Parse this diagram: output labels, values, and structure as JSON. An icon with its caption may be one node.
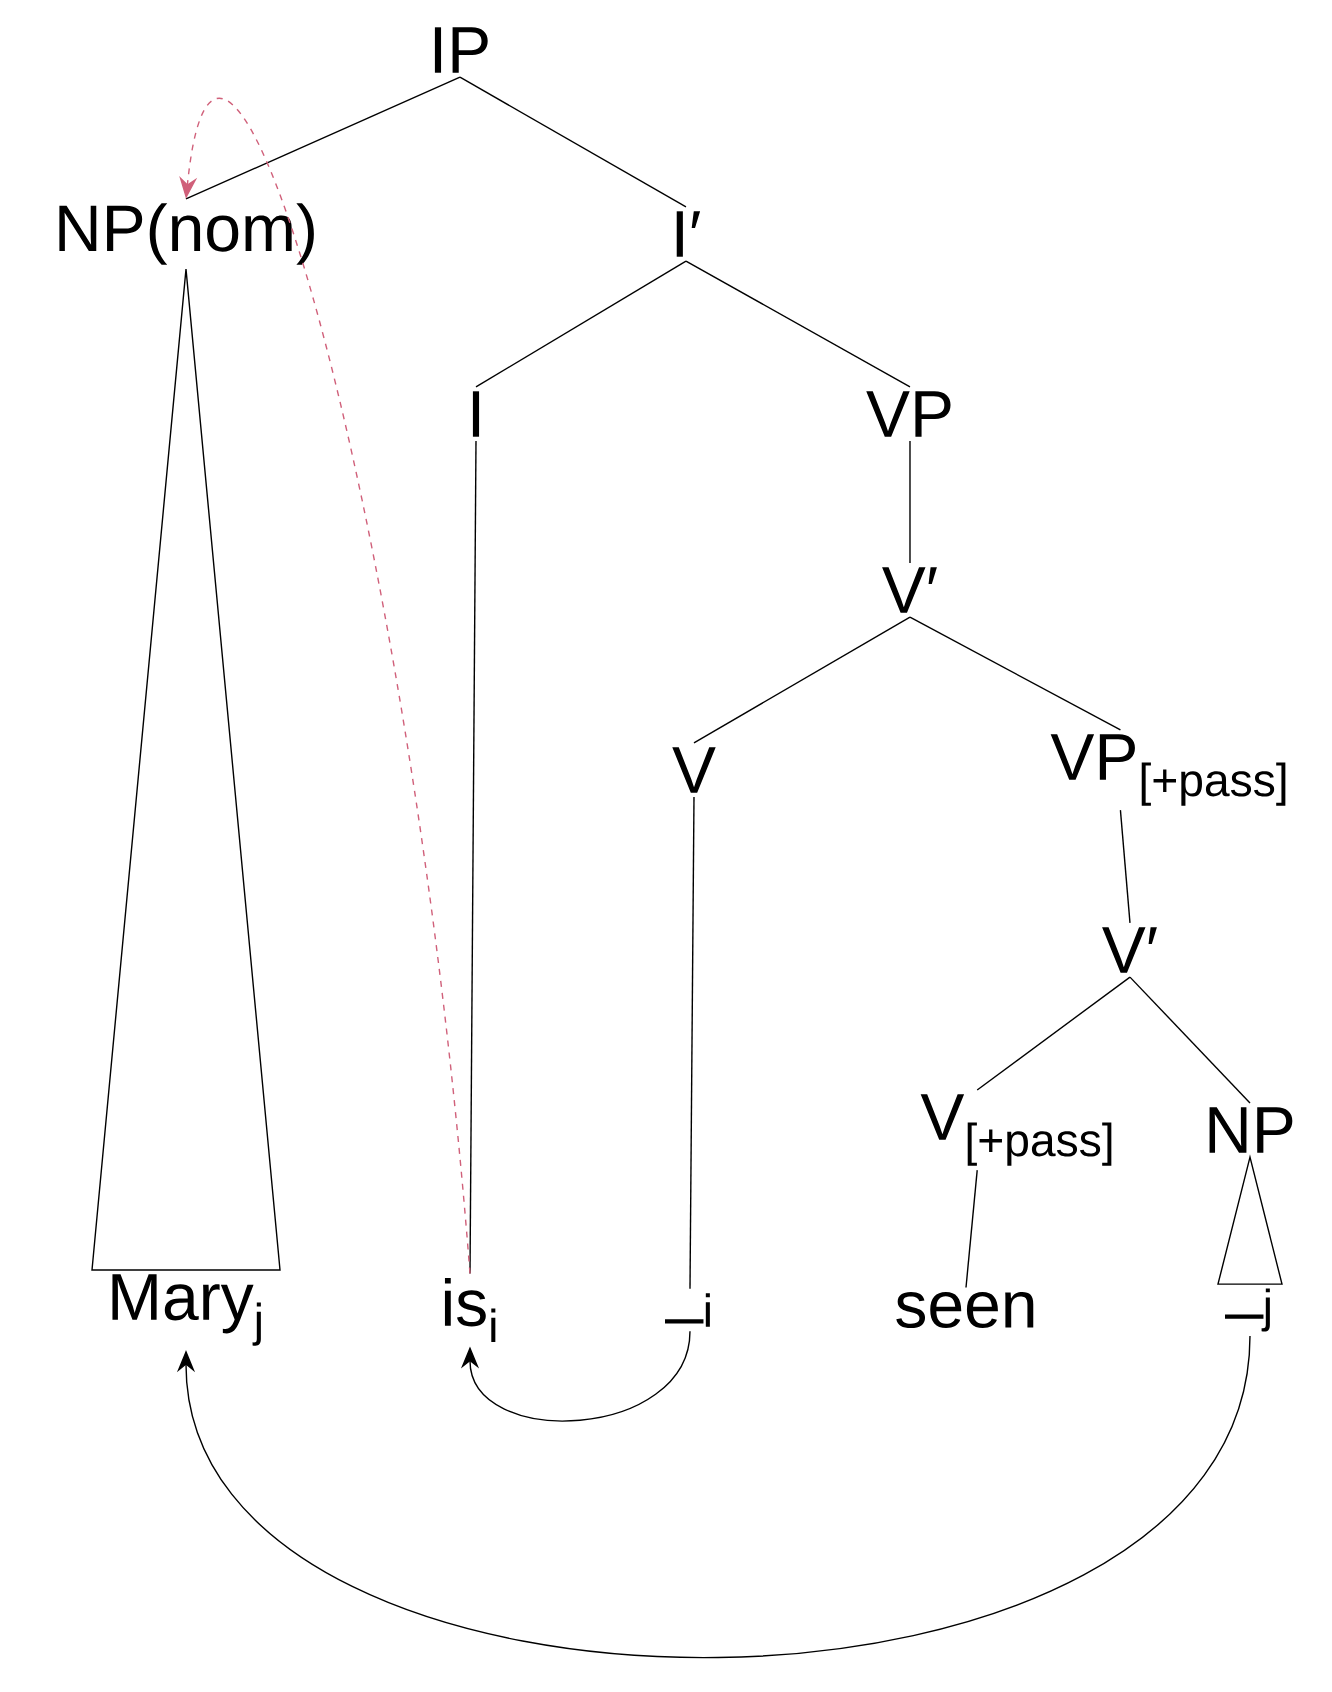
{
  "diagram": {
    "nodes": [
      {
        "text": [
          "IP"
        ]
      },
      {
        "text": [
          "NP(nom)"
        ]
      },
      {
        "text": [
          "I′"
        ]
      },
      {
        "text": [
          "I"
        ]
      },
      {
        "text": [
          "VP"
        ]
      },
      {
        "text": [
          "V′"
        ]
      },
      {
        "text": [
          "V"
        ]
      },
      {
        "text": [
          "VP$_{[+pass]}$"
        ]
      },
      {
        "text": [
          "V′"
        ]
      },
      {
        "text": [
          "V$_{[+pass]}$"
        ]
      },
      {
        "text": [
          "NP"
        ]
      },
      {
        "text": [
          "Mary$_{j}$"
        ]
      },
      {
        "text": [
          "is$_{i}$"
        ]
      },
      {
        "text": [
          "_$_{i}$"
        ]
      },
      {
        "text": [
          "seen"
        ]
      },
      {
        "text": [
          "_$_{j}$"
        ]
      }
    ],
    "edges": [
      {
        "from": 0,
        "to": 1,
        "arrow": "none"
      },
      {
        "from": 0,
        "to": 2,
        "arrow": "none"
      },
      {
        "from": 2,
        "to": 3,
        "arrow": "none"
      },
      {
        "from": 2,
        "to": 4,
        "arrow": "none"
      },
      {
        "from": 4,
        "to": 5,
        "arrow": "none"
      },
      {
        "from": 5,
        "to": 6,
        "arrow": "none"
      },
      {
        "from": 5,
        "to": 7,
        "arrow": "none"
      },
      {
        "from": 7,
        "to": 8,
        "arrow": "none"
      },
      {
        "from": 8,
        "to": 9,
        "arrow": "none"
      },
      {
        "from": 8,
        "to": 10,
        "arrow": "none"
      },
      {
        "from": 1,
        "to": 11,
        "arrow": "none"
      },
      {
        "from": 3,
        "to": 12,
        "arrow": "none"
      },
      {
        "from": 6,
        "to": 13,
        "arrow": "none"
      },
      {
        "from": 9,
        "to": 14,
        "arrow": "none"
      },
      {
        "from": 10,
        "to": 15,
        "arrow": "none"
      },
      {
        "from": 13,
        "to": 12,
        "arrow": "to"
      },
      {
        "from": 15,
        "to": 11,
        "arrow": "to"
      },
      {
        "from": 12,
        "to": 1,
        "arrow": "to",
        "style": "dashed",
        "color": "#d0607a"
      }
    ]
  }
}
